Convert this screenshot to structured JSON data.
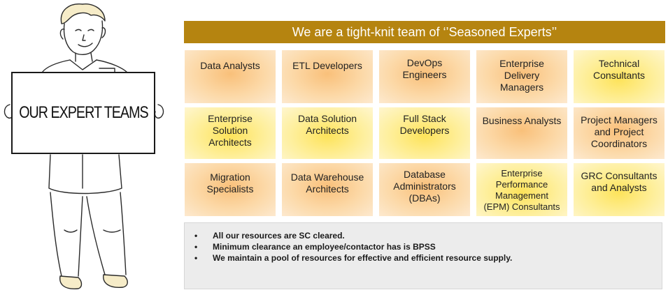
{
  "sign": {
    "text": "OUR EXPERT TEAMS"
  },
  "banner": {
    "title": "We are a tight-knit team of ‘’Seasoned Experts’’"
  },
  "teams": [
    "Data Analysts",
    "ETL Developers",
    "DevOps\nEngineers",
    "Enterprise\nDelivery\nManagers",
    "Technical\nConsultants",
    "Enterprise\nSolution\nArchitects",
    "Data Solution\nArchitects",
    "Full Stack\nDevelopers",
    "Business Analysts",
    "Project Managers\nand Project\nCoordinators",
    "Migration\nSpecialists",
    "Data Warehouse\nArchitects",
    "Database\nAdministrators\n(DBAs)",
    "Enterprise\nPerformance\nManagement\n(EPM) Consultants",
    "GRC Consultants\nand Analysts"
  ],
  "info": {
    "bullet_symbol": "•",
    "items": [
      "All our resources are SC cleared.",
      "Minimum clearance an employee/contactor has is BPSS",
      "We maintain a pool of resources for effective and efficient resource supply."
    ]
  }
}
